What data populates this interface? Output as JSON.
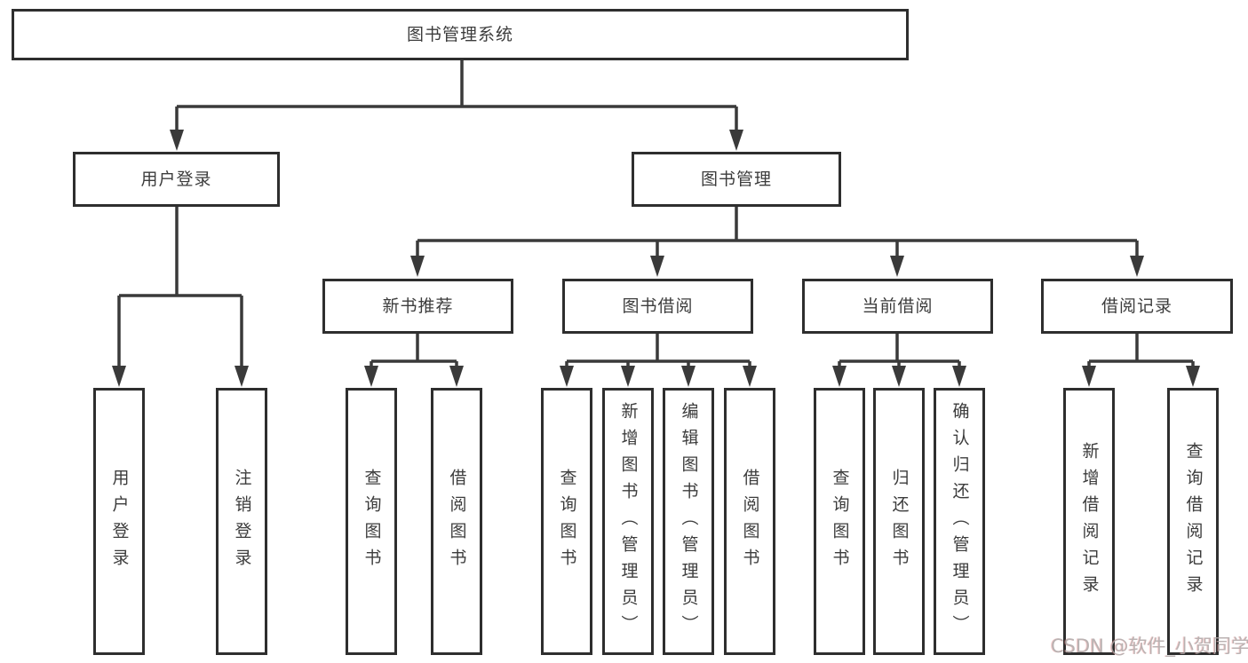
{
  "diagram_type": "hierarchy-tree",
  "tree": {
    "label": "图书管理系统",
    "children": [
      {
        "label": "用户登录",
        "children": [
          {
            "label": "用户登录"
          },
          {
            "label": "注销登录"
          }
        ]
      },
      {
        "label": "图书管理",
        "children": [
          {
            "label": "新书推荐",
            "children": [
              {
                "label": "查询图书"
              },
              {
                "label": "借阅图书"
              }
            ]
          },
          {
            "label": "图书借阅",
            "children": [
              {
                "label": "查询图书"
              },
              {
                "label": "新增图书（管理员）"
              },
              {
                "label": "编辑图书（管理员）"
              },
              {
                "label": "借阅图书"
              }
            ]
          },
          {
            "label": "当前借阅",
            "children": [
              {
                "label": "查询图书"
              },
              {
                "label": "归还图书"
              },
              {
                "label": "确认归还（管理员）"
              }
            ]
          },
          {
            "label": "借阅记录",
            "children": [
              {
                "label": "新增借阅记录"
              },
              {
                "label": "查询借阅记录"
              }
            ]
          }
        ]
      }
    ]
  },
  "edges": [
    [
      "图书管理系统",
      "用户登录"
    ],
    [
      "图书管理系统",
      "图书管理"
    ],
    [
      "用户登录",
      "用户登录"
    ],
    [
      "用户登录",
      "注销登录"
    ],
    [
      "图书管理",
      "新书推荐"
    ],
    [
      "图书管理",
      "图书借阅"
    ],
    [
      "图书管理",
      "当前借阅"
    ],
    [
      "图书管理",
      "借阅记录"
    ],
    [
      "新书推荐",
      "查询图书"
    ],
    [
      "新书推荐",
      "借阅图书"
    ],
    [
      "图书借阅",
      "查询图书"
    ],
    [
      "图书借阅",
      "新增图书（管理员）"
    ],
    [
      "图书借阅",
      "编辑图书（管理员）"
    ],
    [
      "图书借阅",
      "借阅图书"
    ],
    [
      "当前借阅",
      "查询图书"
    ],
    [
      "当前借阅",
      "归还图书"
    ],
    [
      "当前借阅",
      "确认归还（管理员）"
    ],
    [
      "借阅记录",
      "新增借阅记录"
    ],
    [
      "借阅记录",
      "查询借阅记录"
    ]
  ],
  "watermark": {
    "text": "CSDN @软件_小贺同学"
  },
  "colors": {
    "line": "#3a3a3a",
    "box_border": "#2e2e2e",
    "box_fill": "#ffffff",
    "text": "#3c3c3c",
    "watermark": "#afa5a5"
  }
}
